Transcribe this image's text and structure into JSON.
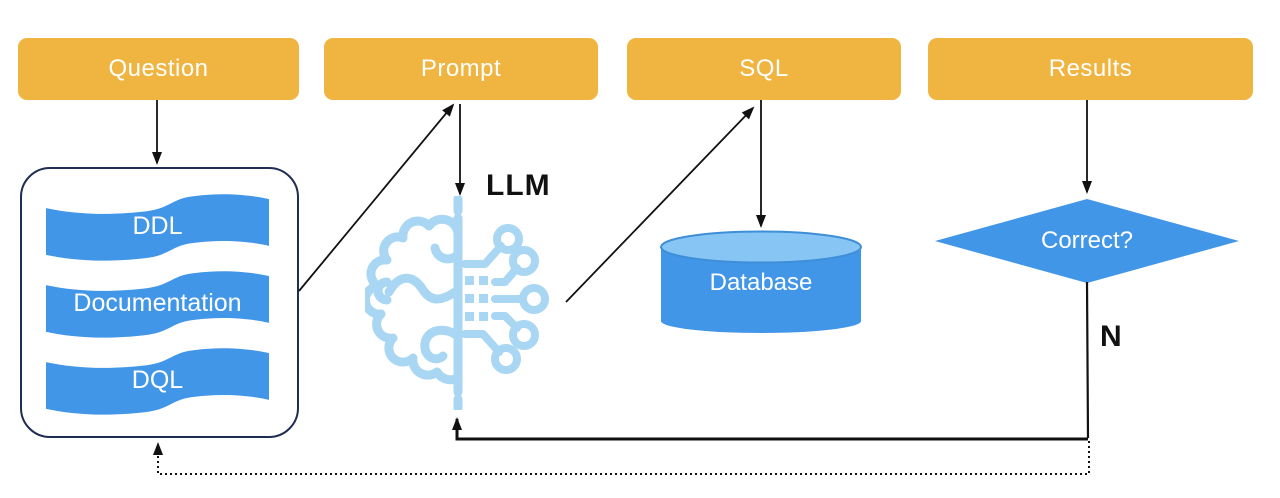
{
  "stages": [
    {
      "label": "Question"
    },
    {
      "label": "Prompt"
    },
    {
      "label": "SQL"
    },
    {
      "label": "Results"
    }
  ],
  "knowledge_base": {
    "items": [
      {
        "label": "DDL"
      },
      {
        "label": "Documentation"
      },
      {
        "label": "DQL"
      }
    ]
  },
  "llm": {
    "label": "LLM"
  },
  "database": {
    "label": "Database"
  },
  "decision": {
    "label": "Correct?"
  },
  "branch": {
    "no_label": "N"
  },
  "icons": {
    "brain": "brain-circuit-icon",
    "database": "database-cylinder-icon",
    "knowledge_items": "wave-banner-icon"
  },
  "colors": {
    "stage_fill": "#F0B441",
    "shape_blue": "#4296E8",
    "database_top": "#87C6F4",
    "database_top_stroke": "#3E8ED8",
    "brain_blue": "#A8D6F3",
    "container_border": "#1F2D52",
    "connector": "#111111",
    "label_light": "#FFFFFF",
    "label_dark": "#111111"
  }
}
